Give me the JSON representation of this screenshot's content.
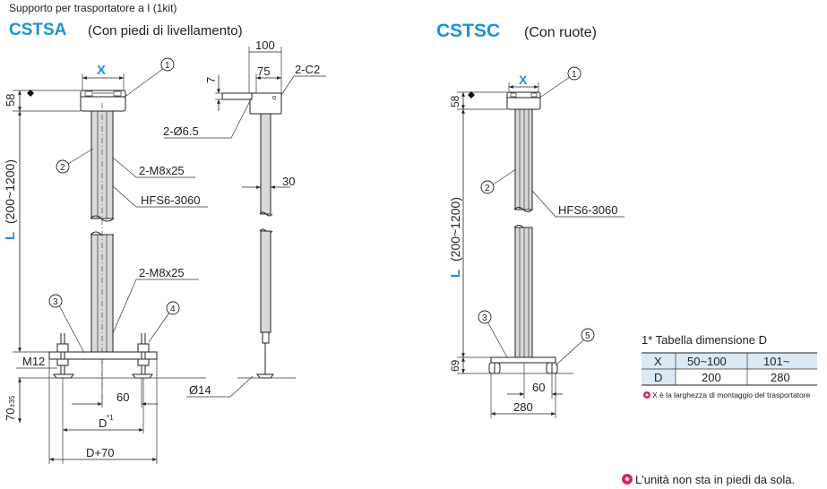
{
  "header": {
    "subtitle": "Supporto per trasportatore a I (1kit)",
    "cstsa_code": "CSTSA",
    "cstsa_desc": "(Con piedi di livellamento)",
    "cstsc_code": "CSTSC",
    "cstsc_desc": "(Con ruote)"
  },
  "left": {
    "x_label": "X",
    "dim_58": "58",
    "dim_L": "L",
    "dim_L_range": "(200~1200)",
    "dim_M12": "M12",
    "dim_70": "70",
    "dim_70_tol": "±35",
    "dim_60": "60",
    "dim_D": "D",
    "dim_D_sup": "*1",
    "dim_D70": "D+70",
    "callout_m8_top": "2-M8x25",
    "callout_hfs": "HFS6-3060",
    "callout_m8_bottom": "2-M8x25",
    "balloon_1": "1",
    "balloon_2": "2",
    "balloon_3": "3",
    "balloon_4": "4"
  },
  "side": {
    "dim_100": "100",
    "dim_75": "75",
    "dim_7": "7",
    "dim_c2": "2-C2",
    "dim_hole": "2-Ø6.5",
    "dim_30": "30",
    "dim_14": "Ø14"
  },
  "right": {
    "x_label": "X",
    "dim_58": "58",
    "dim_L": "L",
    "dim_L_range": "(200~1200)",
    "dim_69": "69",
    "dim_60": "60",
    "dim_280": "280",
    "callout_hfs": "HFS6-3060",
    "balloon_1": "1",
    "balloon_2": "2",
    "balloon_3": "3",
    "balloon_5": "5"
  },
  "table": {
    "title": "1* Tabella dimensione D",
    "rows": [
      [
        "X",
        "50~100",
        "101~"
      ],
      [
        "D",
        "200",
        "280"
      ]
    ],
    "note": "X è la larghezza di montaggio del trasportatore"
  },
  "footer": {
    "note": "L'unità non sta in piedi da sola."
  },
  "colors": {
    "accent_blue": "#1a93d6",
    "table_header_bg": "#dbe9f5",
    "note_icon": "#d6246e"
  },
  "icons": [
    "note-icon",
    "diamond-marker-icon"
  ]
}
